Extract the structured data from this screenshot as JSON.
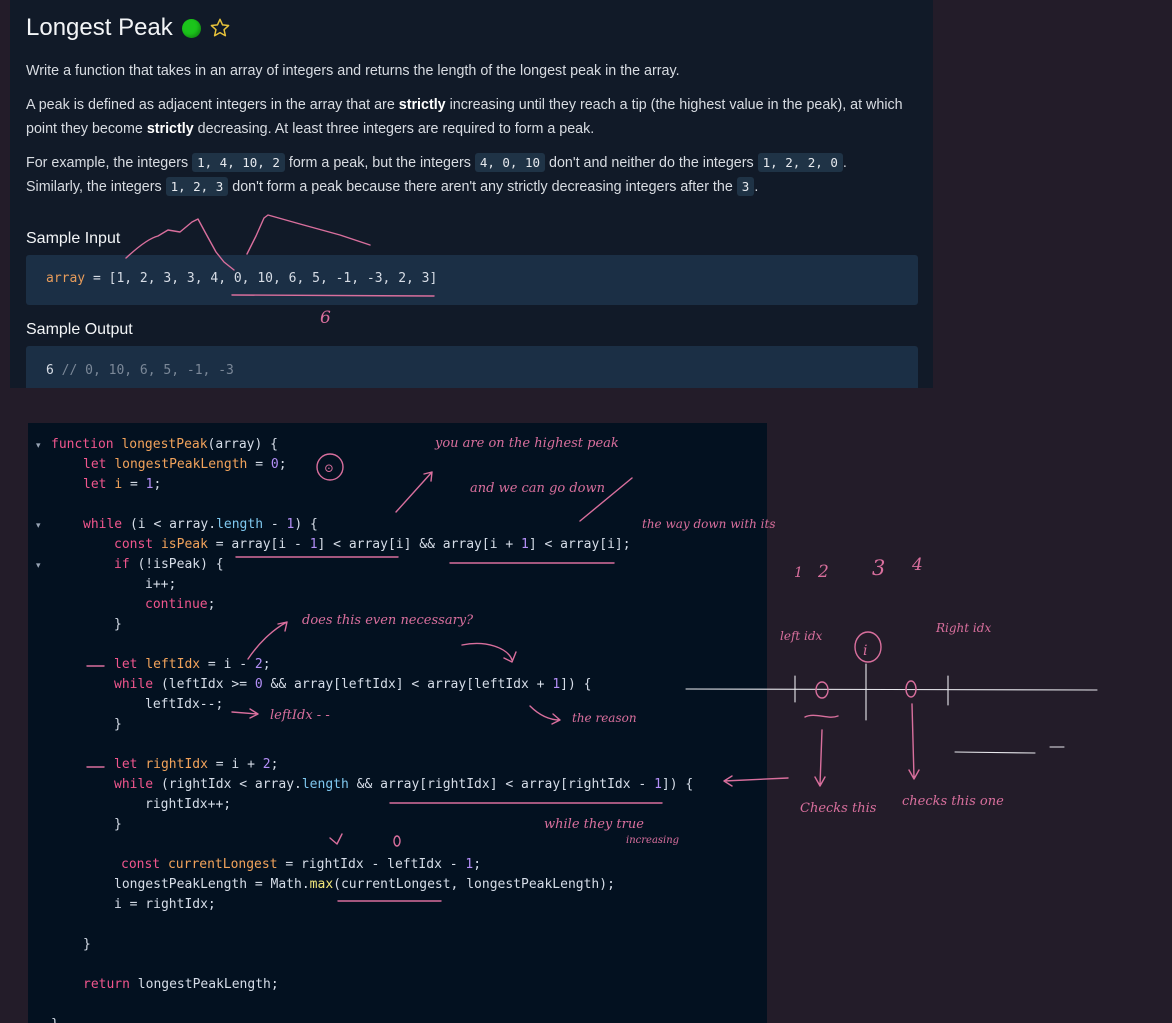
{
  "problem": {
    "title": "Longest Peak",
    "status_color": "#1bc41b",
    "star_icon": "star-outline-icon",
    "description_1": "Write a function that takes in an array of integers and returns the length of the longest peak in the array.",
    "description_2": {
      "a": "A peak is defined as adjacent integers in the array that are ",
      "b": "strictly",
      "c": " increasing until they reach a tip (the highest value in the peak), at which point they become ",
      "d": "strictly",
      "e": " decreasing. At least three integers are required to form a peak."
    },
    "description_3": {
      "a": "For example, the integers ",
      "chip1": "1, 4, 10, 2",
      "b": " form a peak, but the integers ",
      "chip2": "4, 0, 10",
      "c": " don't and neither do the integers ",
      "chip3": "1, 2, 2, 0",
      "d": ".",
      "e": "Similarly, the integers ",
      "chip4": "1, 2, 3",
      "f": " don't form a peak because there aren't any strictly decreasing integers after the ",
      "chip5": "3",
      "g": "."
    },
    "sample_input_label": "Sample Input",
    "sample_input": {
      "var": "array",
      "rest": " = [1, 2, 3, 3, 4, 0, 10, 6, 5, -1, -3, 2, 3]"
    },
    "sample_output_label": "Sample Output",
    "sample_output": {
      "value": "6",
      "comment": " // 0, 10, 6, 5, -1, -3"
    }
  },
  "editor": {
    "lines": [
      [
        "function ",
        "longestPeak",
        "(array) {"
      ],
      [
        "let ",
        "longestPeakLength",
        " = ",
        "0",
        ";"
      ],
      [
        "let ",
        "i",
        " = ",
        "1",
        ";"
      ],
      [],
      [
        "while ",
        "(i < array.",
        "length",
        " - ",
        "1",
        ") {"
      ],
      [
        "const ",
        "isPeak",
        " = array[i - ",
        "1",
        "] < array[i] && array[i + ",
        "1",
        "] < array[i];"
      ],
      [
        "if ",
        "(!isPeak) {"
      ],
      [
        "i++;"
      ],
      [
        "continue",
        ";"
      ],
      [
        "}"
      ],
      [
        "let ",
        "leftIdx",
        " = i - ",
        "2",
        ";"
      ],
      [
        "while ",
        "(leftIdx >= ",
        "0",
        " && array[leftIdx] < array[leftIdx + ",
        "1",
        "]) {"
      ],
      [
        "leftIdx--;"
      ],
      [
        "}"
      ],
      [
        "let ",
        "rightIdx",
        " = i + ",
        "2",
        ";"
      ],
      [
        "while ",
        "(rightIdx < array.",
        "length",
        " && array[rightIdx] < array[rightIdx - ",
        "1",
        "]) {"
      ],
      [
        "rightIdx++;"
      ],
      [
        "}"
      ],
      [
        "const ",
        "currentLongest",
        " = rightIdx - leftIdx - ",
        "1",
        ";"
      ],
      [
        "longestPeakLength = Math.",
        "max",
        "(currentLongest, longestPeakLength);"
      ],
      [
        "i = rightIdx;"
      ],
      [
        "}"
      ],
      [
        "return ",
        "longestPeakLength;"
      ],
      [
        "}"
      ]
    ]
  },
  "annotations": {
    "number_six": "6",
    "note_dots": "⊙",
    "note_this_even": "does this even necessary?",
    "note_leftidx": "leftIdx - -",
    "note_the_reason": "the reason",
    "note_while_true": "while they true",
    "note_while_sub": "increasing",
    "note_1": "1",
    "note_2": "2",
    "note_3": "3",
    "note_4": "4",
    "note_left_idx": "left idx",
    "note_right_idx": "Right idx",
    "note_i": "i",
    "note_checks_left": "Checks this",
    "note_checks_right": "checks this one",
    "note_top1": "you are on the highest peak",
    "note_top2": "and we can go down",
    "note_top3": "the way down with its",
    "color_ink": "#d96f9d",
    "color_editor_bg": "#031120",
    "color_panel_bg": "#111a28"
  }
}
